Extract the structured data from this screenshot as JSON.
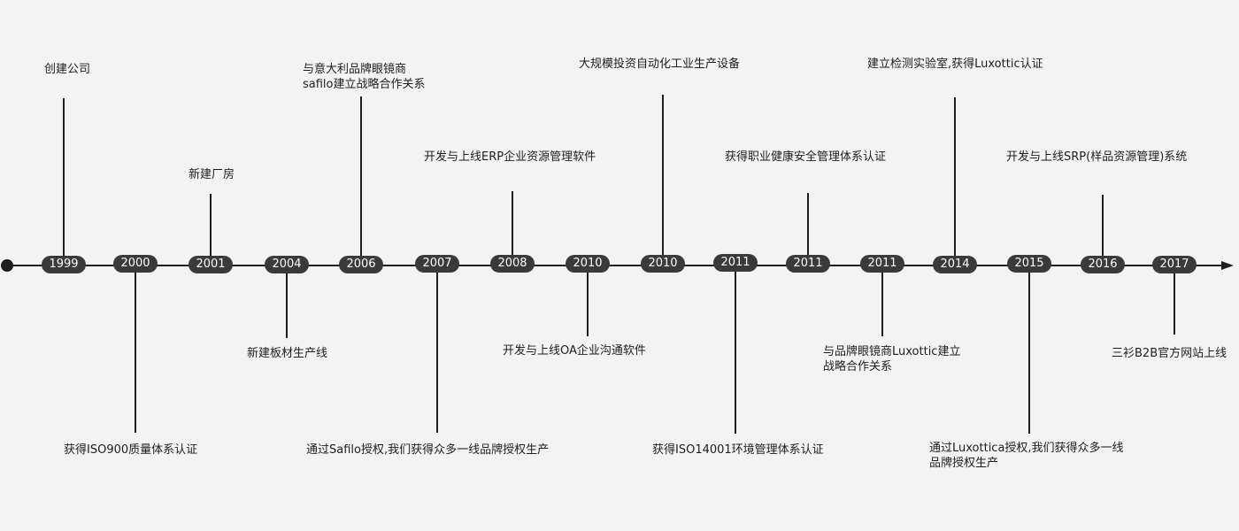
{
  "colors": {
    "background": "#f3f3f3",
    "line": "#1e1e1e",
    "pill": "#3a3a3a",
    "pill_text": "#ffffff"
  },
  "milestones": [
    {
      "year": "1999",
      "side": "up",
      "lines": [
        "创建公司"
      ]
    },
    {
      "year": "2000",
      "side": "down",
      "lines": [
        "获得ISO900质量体系认证"
      ]
    },
    {
      "year": "2001",
      "side": "up",
      "lines": [
        "新建厂房"
      ]
    },
    {
      "year": "2004",
      "side": "down",
      "lines": [
        "新建板材生产线"
      ]
    },
    {
      "year": "2006",
      "side": "up",
      "lines": [
        "与意大利品牌眼镜商",
        "safilo建立战略合作关系"
      ]
    },
    {
      "year": "2007",
      "side": "down",
      "lines": [
        "通过Safilo授权,我们获得众多一线品牌授权生产"
      ]
    },
    {
      "year": "2008",
      "side": "up",
      "lines": [
        "开发与上线ERP企业资源管理软件"
      ]
    },
    {
      "year": "2010",
      "side": "down",
      "lines": [
        "开发与上线OA企业沟通软件"
      ]
    },
    {
      "year": "2010",
      "side": "up",
      "lines": [
        "大规模投资自动化工业生产设备"
      ]
    },
    {
      "year": "2011",
      "side": "down",
      "lines": [
        "获得ISO14001环境管理体系认证"
      ]
    },
    {
      "year": "2011",
      "side": "up",
      "lines": [
        "获得职业健康安全管理体系认证"
      ]
    },
    {
      "year": "2011",
      "side": "down",
      "lines": [
        "与品牌眼镜商Luxottic建立",
        "战略合作关系"
      ]
    },
    {
      "year": "2014",
      "side": "up",
      "lines": [
        "建立检测实验室,获得Luxottic认证"
      ]
    },
    {
      "year": "2015",
      "side": "down",
      "lines": [
        "通过Luxottica授权,我们获得众多一线",
        "品牌授权生产"
      ]
    },
    {
      "year": "2016",
      "side": "up",
      "lines": [
        "开发与上线SRP(样品资源管理)系统"
      ]
    },
    {
      "year": "2017",
      "side": "down",
      "lines": [
        "三衫B2B官方网站上线"
      ]
    }
  ]
}
